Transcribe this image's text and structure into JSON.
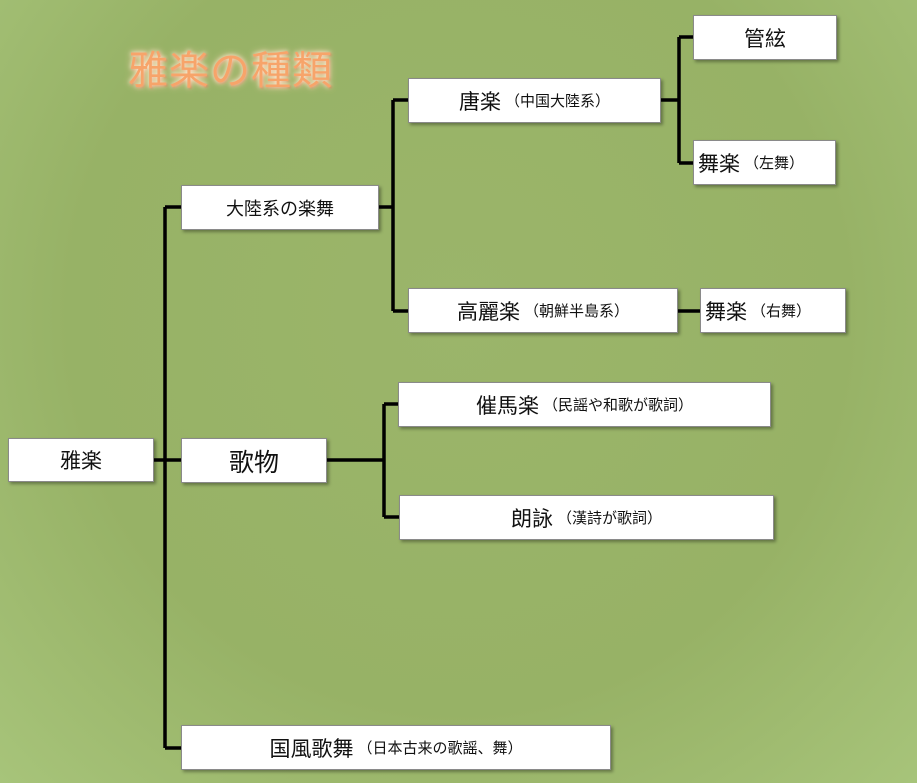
{
  "title": "雅楽の種類",
  "nodes": {
    "gagaku": {
      "label": "雅楽"
    },
    "tairiku": {
      "label": "大陸系の楽舞"
    },
    "utamono": {
      "label": "歌物"
    },
    "kuniburi": {
      "label": "国風歌舞",
      "note": "（日本古来の歌謡、舞）"
    },
    "togaku": {
      "label": "唐楽",
      "note": "（中国大陸系）"
    },
    "komagaku": {
      "label": "高麗楽",
      "note": "（朝鮮半島系）"
    },
    "saibara": {
      "label": "催馬楽",
      "note": "（民謡や和歌が歌詞）"
    },
    "roei": {
      "label": "朗詠",
      "note": "（漢詩が歌詞）"
    },
    "kangen": {
      "label": "管絃"
    },
    "bugaku_left": {
      "label": "舞楽",
      "note": "（左舞）"
    },
    "bugaku_right": {
      "label": "舞楽",
      "note": "（右舞）"
    }
  },
  "colors": {
    "background": "#99b468",
    "title": "#f7a46a",
    "line": "#000000"
  }
}
